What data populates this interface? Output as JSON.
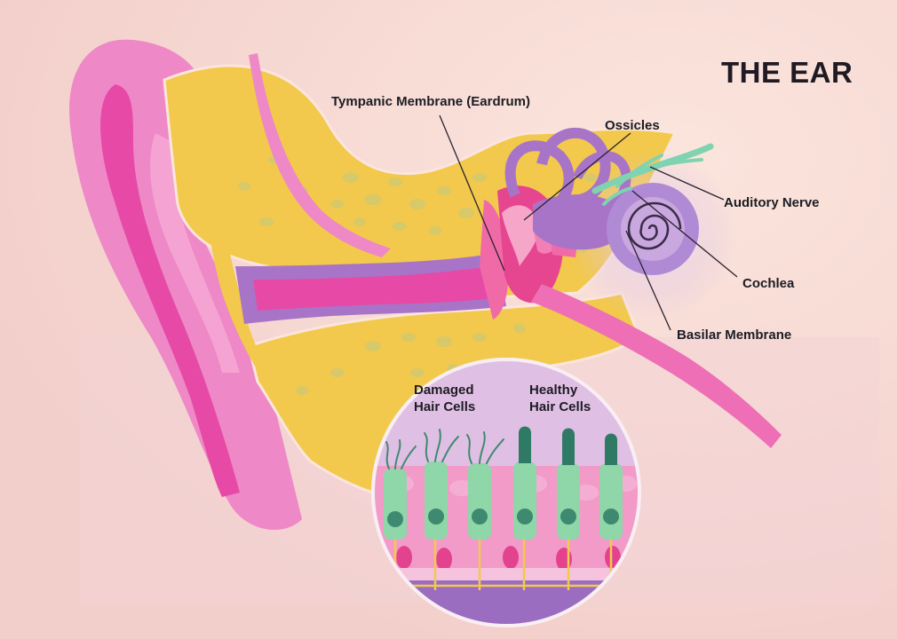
{
  "title": "THE EAR",
  "labels": {
    "tympanic_membrane": "Tympanic Membrane (Eardrum)",
    "ossicles": "Ossicles",
    "auditory_nerve": "Auditory Nerve",
    "cochlea": "Cochlea",
    "basilar_membrane": "Basilar Membrane",
    "damaged_hair_cells": [
      "Damaged",
      "Hair Cells"
    ],
    "healthy_hair_cells": [
      "Healthy",
      "Hair Cells"
    ]
  },
  "colors": {
    "background": "#f6d9d3",
    "outer_ear": "#ee88c6",
    "outer_ear_dark": "#e64aa6",
    "bone": "#f2c94c",
    "bone_spots": "#cfc873",
    "canal_purple": "#a874c8",
    "inner_ear": "#b18ad6",
    "nerve": "#7fd3b0",
    "hair_cell": "#8fd6a8",
    "hair_nucleus": "#3e8a70",
    "inset_bg": "#e0bfe4",
    "inset_bottom": "#9b6dc0"
  }
}
